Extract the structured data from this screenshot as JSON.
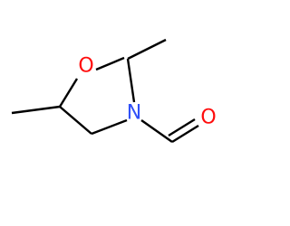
{
  "molecule": {
    "atoms": [
      {
        "id": "ring-oxygen",
        "symbol": "O",
        "color": "#FF0D0D"
      },
      {
        "id": "ring-nitrogen",
        "symbol": "N",
        "color": "#3050F8"
      },
      {
        "id": "carbonyl-oxygen",
        "symbol": "O",
        "color": "#FF0D0D"
      }
    ],
    "bond_color": "#000000"
  }
}
